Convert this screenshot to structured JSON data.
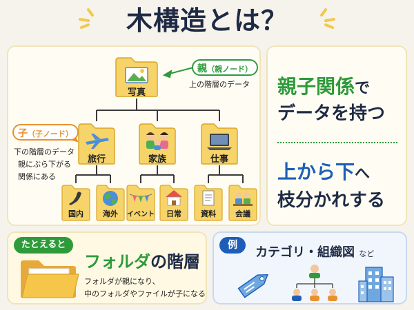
{
  "title": "木構造とは？",
  "tree": {
    "root": {
      "label": "写真"
    },
    "parent_badge": {
      "main": "親",
      "sub": "（親ノード）",
      "note": "上の階層のデータ"
    },
    "child_badge": {
      "main": "子",
      "sub": "（子ノード）",
      "notes": [
        "下の階層のデータ",
        "親にぶら下がる",
        "関係にある"
      ]
    },
    "children": [
      {
        "label": "旅行",
        "leaves": [
          "国内",
          "海外"
        ]
      },
      {
        "label": "家族",
        "leaves": [
          "イベント",
          "日常"
        ]
      },
      {
        "label": "仕事",
        "leaves": [
          "資料",
          "会議"
        ]
      }
    ]
  },
  "summary": {
    "line1_green": "親子関係",
    "line1_rest": "で",
    "line2": "データを持つ",
    "line3_blue": "上から下",
    "line3_rest": "へ",
    "line4": "枝分かれする"
  },
  "folder_example": {
    "tag": "たとえると",
    "heading_green": "フォルダ",
    "heading_rest": "の階層",
    "desc1": "フォルダが親になり、",
    "desc2": "中のフォルダやファイルが子になる"
  },
  "other_example": {
    "tag": "例",
    "heading": "カテゴリ・組織図",
    "suffix": "など"
  },
  "colors": {
    "title": "#1f2a44",
    "green": "#2e9a3a",
    "blue": "#1d5fb8",
    "orange": "#e8912e",
    "folder": "#f6d469",
    "folder_edge": "#d9a62a",
    "line": "#3a3a3a"
  }
}
